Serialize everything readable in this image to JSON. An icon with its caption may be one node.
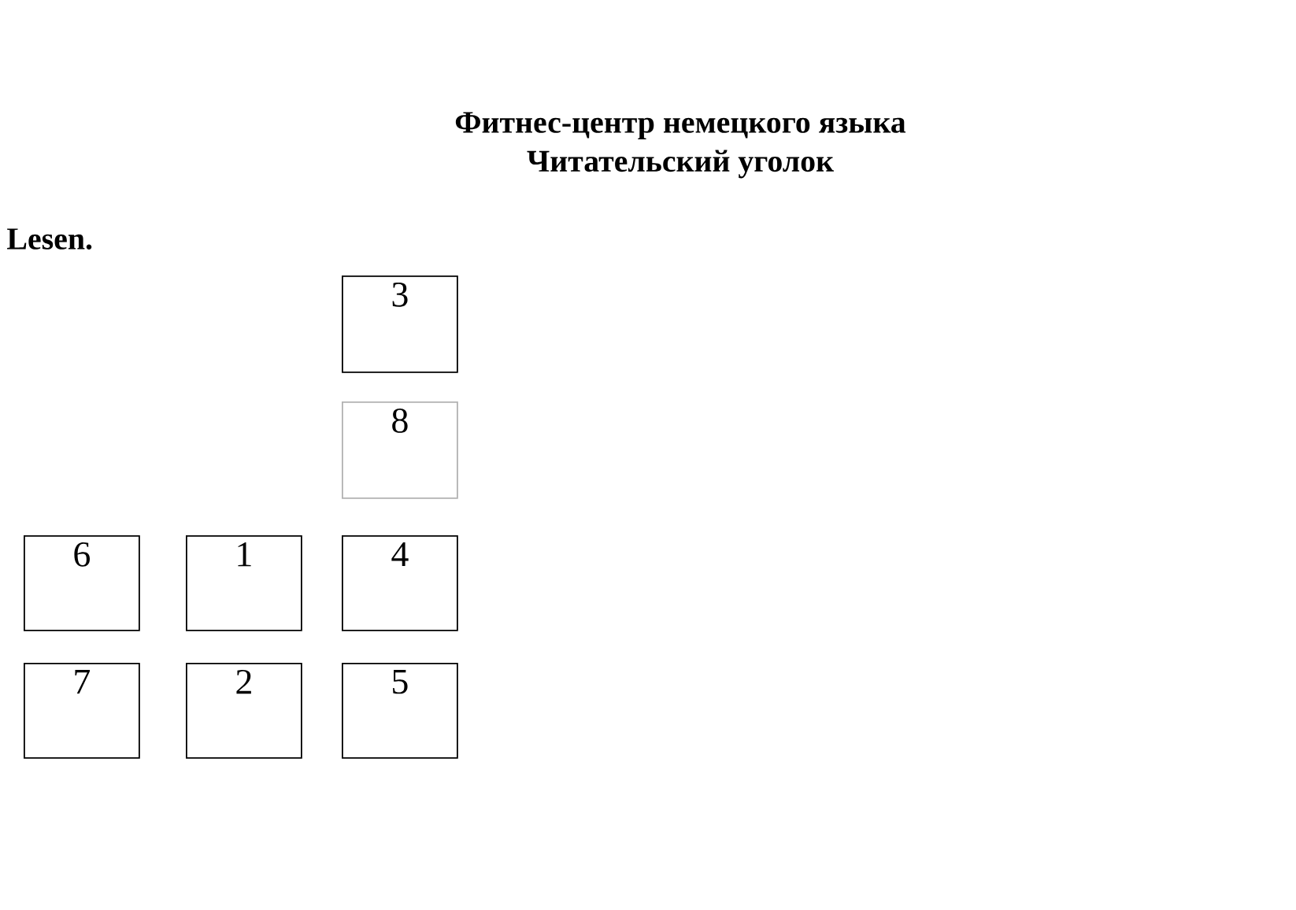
{
  "diagram": {
    "title": "Фитнес-центр немецкого языка",
    "nodes": [
      {
        "text": [
          "3"
        ]
      },
      {
        "text": [
          "8"
        ]
      },
      {
        "text": [
          "6"
        ]
      },
      {
        "text": [
          "1"
        ]
      },
      {
        "text": [
          "4"
        ]
      },
      {
        "text": [
          "7"
        ]
      },
      {
        "text": [
          "2"
        ]
      },
      {
        "text": [
          "5"
        ]
      }
    ],
    "labels": [
      "Читательский уголок",
      "Lesen."
    ]
  }
}
